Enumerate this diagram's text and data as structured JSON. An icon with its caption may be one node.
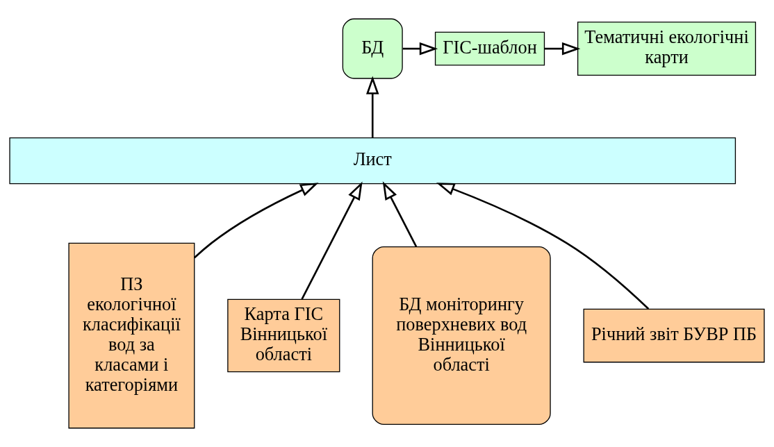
{
  "diagram": {
    "nodes": [
      {
        "text": [
          "БД"
        ]
      },
      {
        "text": [
          "ГІС-шаблон"
        ]
      },
      {
        "text": [
          "Тематичні екологічні карти"
        ]
      },
      {
        "text": [
          "Лист"
        ]
      },
      {
        "text": [
          "ПЗ екологічної класифікації вод за класами і категоріями"
        ]
      },
      {
        "text": [
          "Карта ГІС Вінницької області"
        ]
      },
      {
        "text": [
          "БД моніторингу поверхневих вод Вінницької області"
        ]
      },
      {
        "text": [
          "Річний звіт БУВР ПБ"
        ]
      }
    ],
    "edges": [
      {
        "from": 3,
        "to": 0,
        "arrow": "to"
      },
      {
        "from": 0,
        "to": 1,
        "arrow": "to"
      },
      {
        "from": 1,
        "to": 2,
        "arrow": "to"
      },
      {
        "from": 4,
        "to": 3,
        "arrow": "to"
      },
      {
        "from": 5,
        "to": 3,
        "arrow": "to"
      },
      {
        "from": 6,
        "to": 3,
        "arrow": "to"
      },
      {
        "from": 7,
        "to": 3,
        "arrow": "to"
      }
    ]
  }
}
